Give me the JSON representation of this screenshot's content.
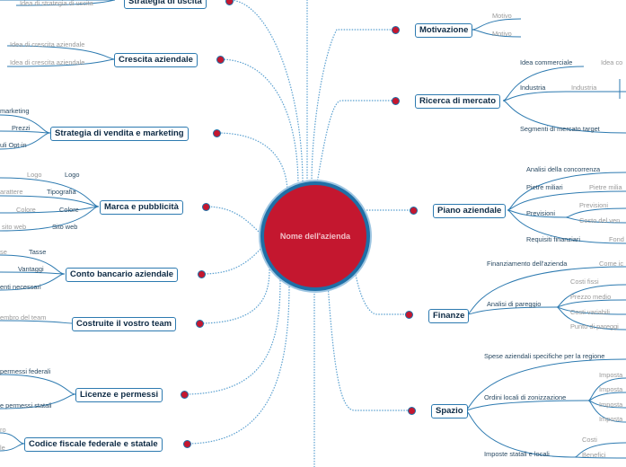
{
  "center": {
    "title": "Nome dell'azienda"
  },
  "left_branches": [
    {
      "id": "uscita",
      "label": "Strategia di uscita",
      "children": [
        "Idea di strategia di uscita"
      ]
    },
    {
      "id": "crescita",
      "label": "Crescita aziendale",
      "children": [
        "Idea di crescita aziendale",
        "Idea di crescita aziendale"
      ]
    },
    {
      "id": "vendita",
      "label": "Strategia di vendita e marketing",
      "children": [
        "marketing",
        "Prezzi",
        "uli Opt-in"
      ]
    },
    {
      "id": "marca",
      "label": "Marca e pubblicità",
      "children": [
        "Logo",
        "Tipografia",
        "Colore",
        "Sito web"
      ],
      "sub": [
        "Logo",
        "arattere",
        "Colore",
        "sito web"
      ]
    },
    {
      "id": "conto",
      "label": "Conto bancario aziendale",
      "children": [
        "Tasse",
        "Vantaggi",
        "enti necessari"
      ],
      "sub": [
        "se"
      ]
    },
    {
      "id": "team",
      "label": "Costruite il vostro team",
      "children": [
        "embro del team"
      ]
    },
    {
      "id": "licenze",
      "label": "Licenze e permessi",
      "children": [
        "permessi federali",
        "e permessi statali"
      ]
    },
    {
      "id": "codice",
      "label": "Codice fiscale federale e statale",
      "children": [
        "ro",
        "le"
      ]
    }
  ],
  "right_branches": [
    {
      "id": "motivazione",
      "label": "Motivazione",
      "children": [
        "Motivo",
        "Motivo"
      ]
    },
    {
      "id": "ricerca",
      "label": "Ricerca di mercato",
      "children": [
        "Idea commerciale",
        "Industria",
        "Segmenti di mercato target"
      ],
      "sub": [
        "Idea co",
        "Industria"
      ]
    },
    {
      "id": "piano",
      "label": "Piano aziendale",
      "children": [
        "Analisi della concorrenza",
        "Pietre miliari",
        "Previsioni",
        "Requisiti finanziari"
      ],
      "sub": [
        "Pietre milia",
        "Previsioni",
        "Costo del ven",
        "Fond"
      ]
    },
    {
      "id": "finanze",
      "label": "Finanze",
      "children": [
        "Finanziamento dell'azienda",
        "Analisi di pareggio"
      ],
      "sub": [
        "Come ic",
        "Costi fissi",
        "Prezzo medio",
        "Costi variabili",
        "Punto di pareggi"
      ]
    },
    {
      "id": "spazio",
      "label": "Spazio",
      "children": [
        "Spese aziendali specifiche per la regione",
        "Ordini locali di zonizzazione",
        "Imposte statali e locali"
      ],
      "sub": [
        "Imposta",
        "Imposta",
        "Imposta",
        "Imposta",
        "Costi",
        "Benefici"
      ]
    }
  ]
}
